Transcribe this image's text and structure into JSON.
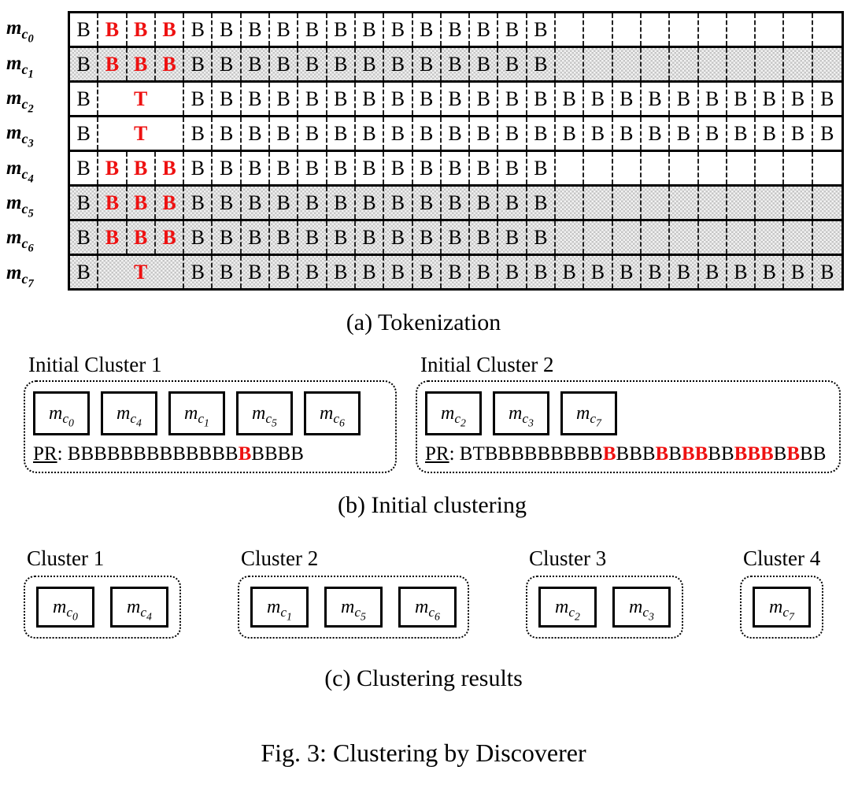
{
  "colors": {
    "red": "#ee1111",
    "black": "#000000",
    "shading": "#c6c6c6"
  },
  "captions": {
    "a": "(a) Tokenization",
    "b": "(b) Initial clustering",
    "c": "(c) Clustering results",
    "fig": "Fig. 3: Clustering by Discoverer"
  },
  "tokenization": {
    "label_base": "m",
    "label_sub": "c",
    "columns": 27,
    "token_legend": {
      "B": "black letter B in one cell",
      "R": "red bold letter B in one cell",
      "T": "red bold letter T spanning 3 cells",
      ".": "empty cell"
    },
    "rows": [
      {
        "idx": "0",
        "shaded": false,
        "codes": "BRRRBBBBBBBBBBBBB.........."
      },
      {
        "idx": "1",
        "shaded": true,
        "codes": "BRRRBBBBBBBBBBBBB.........."
      },
      {
        "idx": "2",
        "shaded": false,
        "codes": "BTBBBBBBBBBBBBBBBBBBBBBBB"
      },
      {
        "idx": "3",
        "shaded": false,
        "codes": "BTBBBBBBBBBBBBBBBBBBBBBBB"
      },
      {
        "idx": "4",
        "shaded": false,
        "codes": "BRRRBBBBBBBBBBBBB.........."
      },
      {
        "idx": "5",
        "shaded": true,
        "codes": "BRRRBBBBBBBBBBBBB.........."
      },
      {
        "idx": "6",
        "shaded": true,
        "codes": "BRRRBBBBBBBBBBBBB.........."
      },
      {
        "idx": "7",
        "shaded": true,
        "codes": "BTBBBBBBBBBBBBBBBBBBBBBBB"
      }
    ]
  },
  "initial_clustering": {
    "pr_label": "PR",
    "pr_separator": ": ",
    "clusters": [
      {
        "title": "Initial Cluster 1",
        "members": [
          {
            "idx": "0",
            "shaded": false
          },
          {
            "idx": "4",
            "shaded": false
          },
          {
            "idx": "1",
            "shaded": true
          },
          {
            "idx": "5",
            "shaded": true
          },
          {
            "idx": "6",
            "shaded": true
          }
        ],
        "pr": [
          {
            "text": "BBBBBBBBBBBBB",
            "red": false
          },
          {
            "text": "B",
            "red": true
          },
          {
            "text": "BBBB",
            "red": false
          }
        ]
      },
      {
        "title": "Initial Cluster 2",
        "members": [
          {
            "idx": "2",
            "shaded": false
          },
          {
            "idx": "3",
            "shaded": false
          },
          {
            "idx": "7",
            "shaded": true
          }
        ],
        "pr": [
          {
            "text": "BTBBBBBBBBB",
            "red": false
          },
          {
            "text": "B",
            "red": true
          },
          {
            "text": "BBB",
            "red": false
          },
          {
            "text": "B",
            "red": true
          },
          {
            "text": "B",
            "red": false
          },
          {
            "text": "BB",
            "red": true
          },
          {
            "text": "BB",
            "red": false
          },
          {
            "text": "BBB",
            "red": true
          },
          {
            "text": "B",
            "red": false
          },
          {
            "text": "B",
            "red": true
          },
          {
            "text": "BB",
            "red": false
          }
        ]
      }
    ]
  },
  "clustering_results": {
    "clusters": [
      {
        "title": "Cluster 1",
        "members": [
          {
            "idx": "0",
            "shaded": false
          },
          {
            "idx": "4",
            "shaded": false
          }
        ]
      },
      {
        "title": "Cluster 2",
        "members": [
          {
            "idx": "1",
            "shaded": true
          },
          {
            "idx": "5",
            "shaded": true
          },
          {
            "idx": "6",
            "shaded": true
          }
        ]
      },
      {
        "title": "Cluster 3",
        "members": [
          {
            "idx": "2",
            "shaded": false
          },
          {
            "idx": "3",
            "shaded": false
          }
        ]
      },
      {
        "title": "Cluster 4",
        "members": [
          {
            "idx": "7",
            "shaded": true
          }
        ]
      }
    ]
  }
}
